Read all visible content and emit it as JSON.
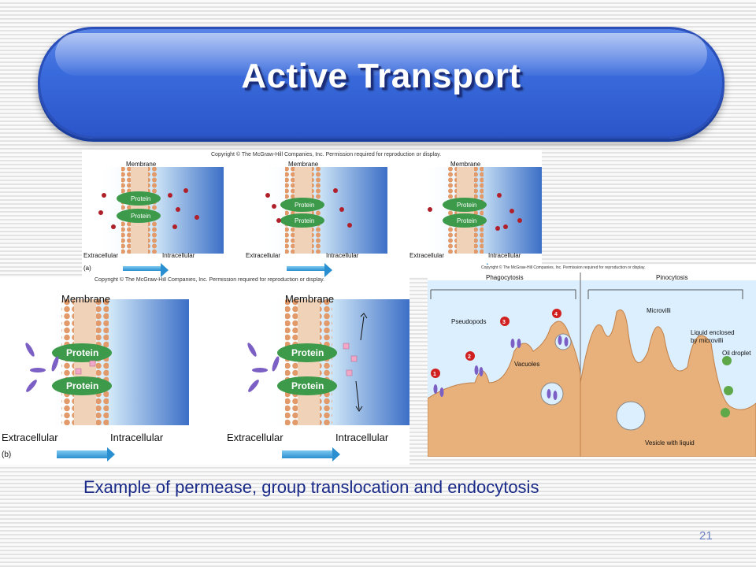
{
  "slide": {
    "title": "Active Transport",
    "caption": "Example of permease, group translocation and endocytosis",
    "page_number": "21"
  },
  "copyright": "Copyright © The McGraw-Hill Companies, Inc. Permission required for reproduction or display.",
  "figure_a": {
    "tag": "(a)",
    "membrane": "Membrane",
    "protein": "Protein",
    "extracellular": "Extracellular",
    "intracellular": "Intracellular"
  },
  "figure_b": {
    "tag": "(b)",
    "membrane": "Membrane",
    "protein": "Protein",
    "extracellular": "Extracellular",
    "intracellular": "Intracellular"
  },
  "figure_c": {
    "phagocytosis": "Phagocytosis",
    "pinocytosis": "Pinocytosis",
    "pseudopods": "Pseudopods",
    "vacuoles": "Vacuoles",
    "microvilli": "Microvilli",
    "liquid_enclosed_1": "Liquid enclosed",
    "liquid_enclosed_2": "by microvilli",
    "oil_droplet": "Oil droplet",
    "vesicle_with_liquid": "Vesicle with liquid",
    "steps": [
      "1",
      "2",
      "3",
      "4"
    ]
  },
  "colors": {
    "title_bar": "#3a6bdc",
    "caption_text": "#1a2a88",
    "protein_green": "#3d9a4a",
    "membrane_tan": "#d8a07a",
    "cell_cytoplasm": "#e8b07a"
  }
}
